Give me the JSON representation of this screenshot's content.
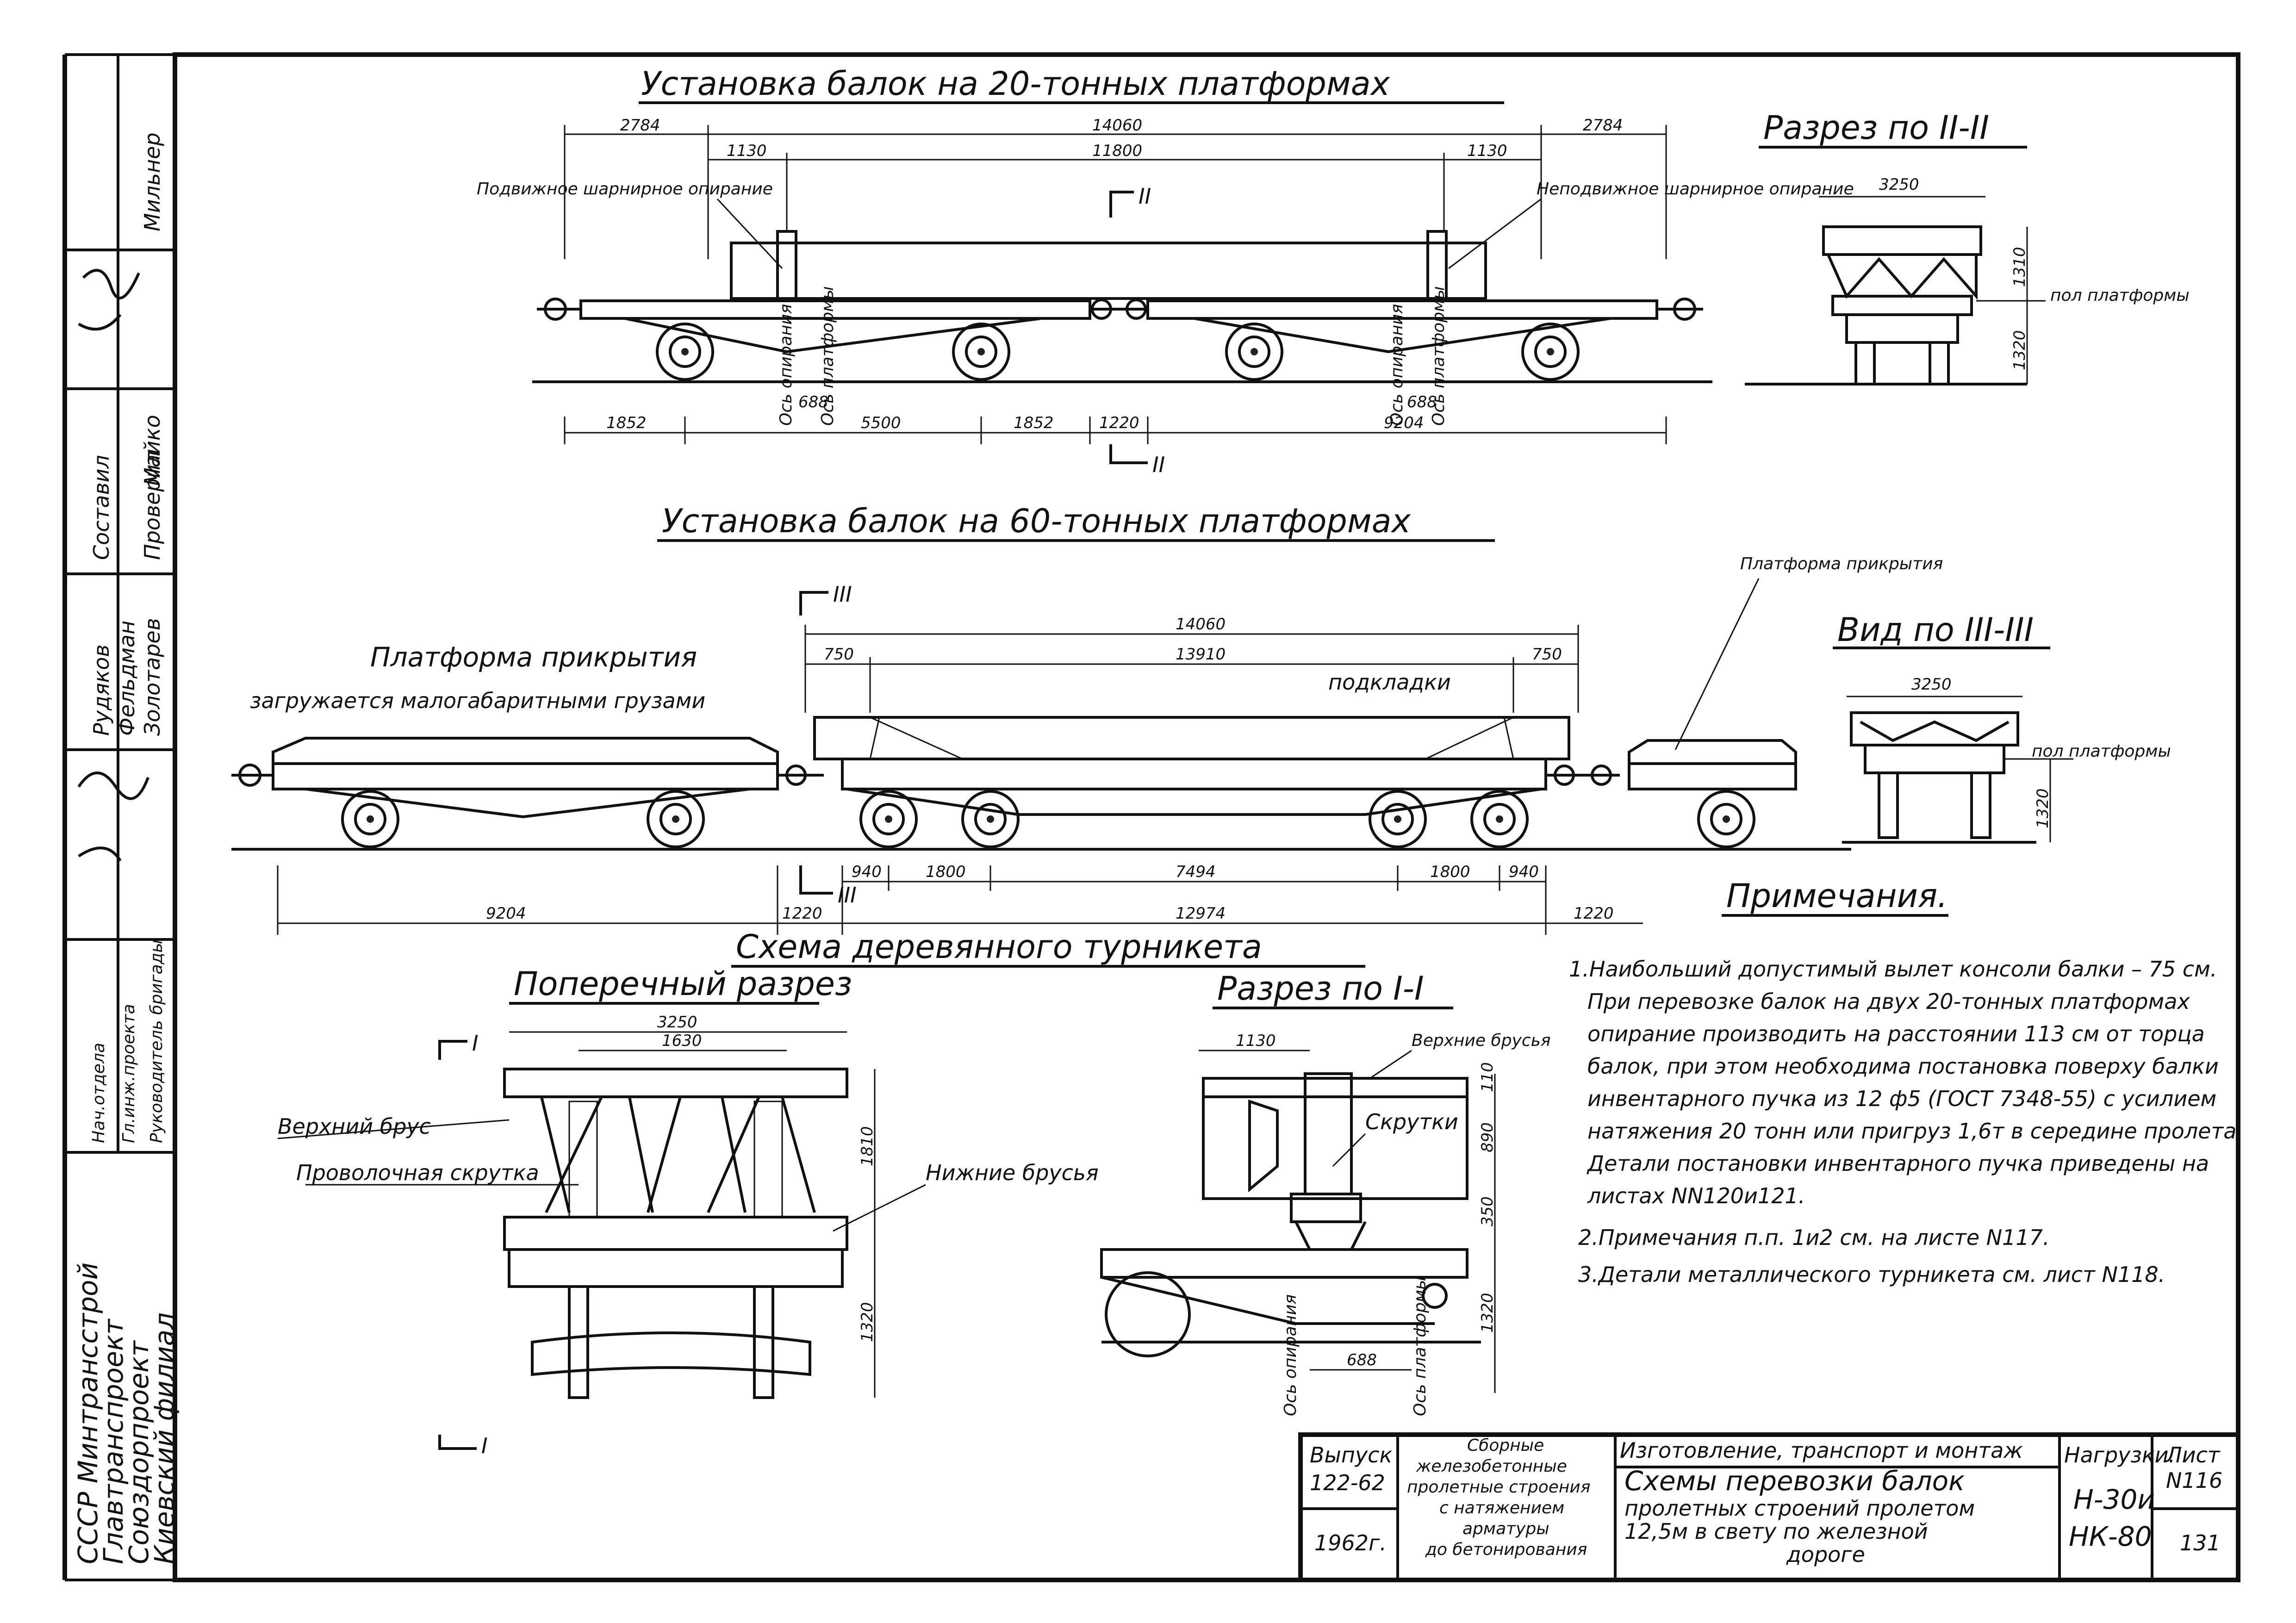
{
  "sidebar": {
    "org": [
      "СССР Минтрансстрой",
      "Главтранспроект",
      "Союздорпроект",
      "Киевский филиал"
    ],
    "roles": [
      "Нач.отдела",
      "Гл.инж.проекта",
      "Руководитель бригады",
      "Составил",
      "Проверил"
    ],
    "names": [
      "Мильнер",
      "Майко",
      "Рудяков",
      "Фельдман",
      "Золотарев"
    ]
  },
  "section1": {
    "title": "Установка балок на 20-тонных платформах",
    "dims_top": [
      "2784",
      "14060",
      "2784",
      "1130",
      "11800",
      "1130"
    ],
    "dims_bottom": [
      "1852",
      "5500",
      "1852",
      "1220",
      "9204"
    ],
    "label_left": "Подвижное шарнирное опирание",
    "label_right": "Неподвижное шарнирное опирание",
    "section_mark": "II",
    "small_dims": [
      "688",
      "688"
    ],
    "axis_labels": [
      "Ось опирания",
      "Ось платформы",
      "Ось опирания",
      "Ось платформы"
    ]
  },
  "section_II": {
    "title": "Разрез по II-II",
    "dim_width": "3250",
    "dim_h1": "1310",
    "dim_h2": "1320",
    "floor_label": "пол платформы"
  },
  "section2": {
    "title": "Установка балок на 60-тонных платформах",
    "cover_platform": "Платформа прикрытия",
    "cover_note": "загружается малогабаритными грузами",
    "pads": "подкладки",
    "cover_platform_right": "Платформа прикрытия",
    "dims_top": [
      "14060",
      "750",
      "13910",
      "750"
    ],
    "dims_bottom": [
      "940",
      "1800",
      "7494",
      "1800",
      "940"
    ],
    "dims_total": [
      "9204",
      "1220",
      "12974",
      "1220"
    ],
    "section_mark": "III"
  },
  "section_III": {
    "title": "Вид по III-III",
    "dim_width": "3250",
    "dim_h": "1320",
    "floor_label": "пол платформы"
  },
  "turnstile": {
    "title": "Схема деревянного турникета",
    "cross_title": "Поперечный разрез",
    "dims": [
      "3250",
      "1630",
      "1810",
      "1320"
    ],
    "upper_bar": "Верхний брус",
    "wire_twist": "Проволочная скрутка",
    "lower_bars": "Нижние брусья",
    "section_mark": "I"
  },
  "section_I": {
    "title": "Разрез по I-I",
    "dim_top": "1130",
    "upper_bars": "Верхние брусья",
    "twists": "Скрутки",
    "dims_v": [
      "110",
      "890",
      "350",
      "1320"
    ],
    "dim_bottom": "688",
    "axis_labels": [
      "Ось опирания",
      "Ось платформы"
    ]
  },
  "notes": {
    "title": "Примечания.",
    "items": [
      "1.Наибольший допустимый вылет консоли балки – 75 см.",
      "При перевозке балок на двух 20-тонных платформах",
      "опирание производить на расстоянии 113 см от торца",
      "балок, при этом необходима постановка поверху балки",
      "инвентарного пучка из 12 ф5 (ГОСТ 7348-55) с усилием",
      "натяжения 20 тонн или пригруз 1,6т в середине пролета.",
      "Детали постановки инвентарного пучка приведены на",
      "листах NN120и121.",
      "2.Примечания п.п. 1и2 см. на листе N117.",
      "3.Детали металлического турникета см. лист N118."
    ]
  },
  "title_block": {
    "issue_label": "Выпуск",
    "issue": "122-62",
    "year": "1962г.",
    "series": [
      "Сборные",
      "железобетонные",
      "пролетные строения",
      "с натяжением",
      "арматуры",
      "до бетонирования"
    ],
    "topic": "Изготовление, транспорт и монтаж",
    "sheet_title": [
      "Схемы перевозки балок",
      "пролетных строений пролетом",
      "12,5м в свету по железной",
      "дороге"
    ],
    "loads_label": "Нагрузки.",
    "loads": [
      "Н-30и",
      "НК-80"
    ],
    "sheet_label": "Лист",
    "sheet_no": "N116",
    "page_no": "131"
  }
}
